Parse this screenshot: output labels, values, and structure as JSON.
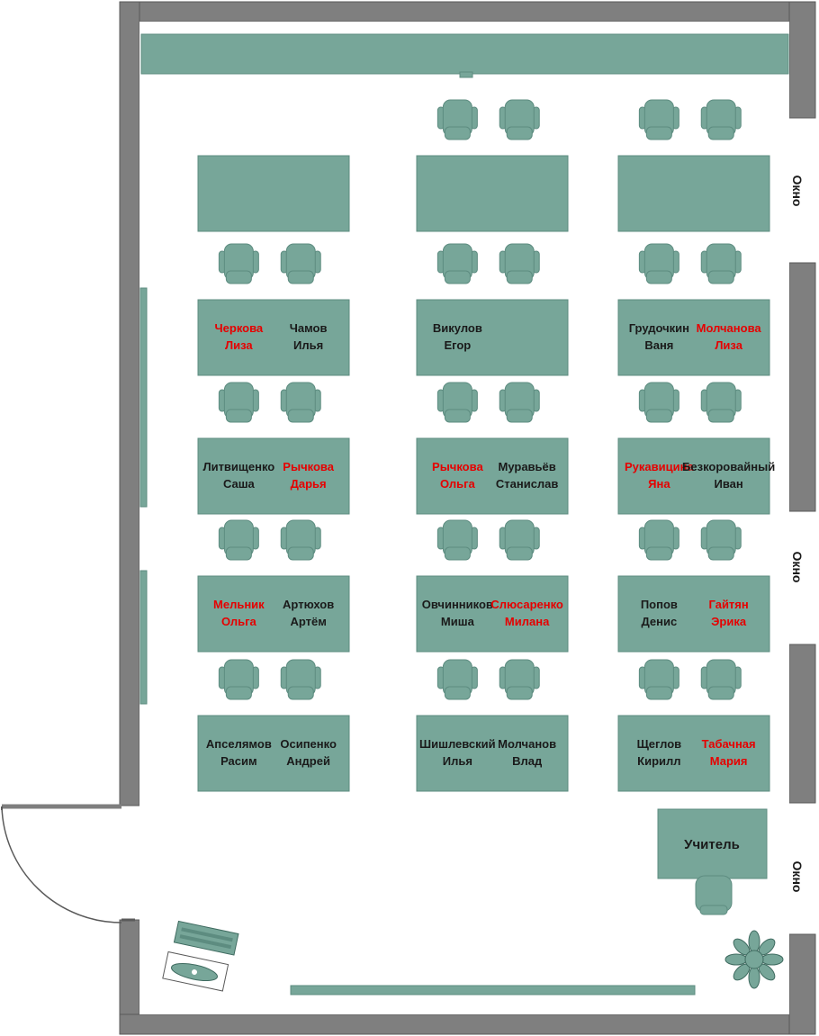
{
  "colors": {
    "wall": "#7f7f7f",
    "wall_edge": "#5a5a5a",
    "furniture": "#77a699",
    "furniture_edge": "#5d8c80",
    "text_default": "#1a1a1a",
    "text_highlight": "#e60000"
  },
  "window_label": "Окно",
  "teacher_label": "Учитель",
  "desks": [
    {
      "row": 0,
      "col": 0,
      "students": []
    },
    {
      "row": 0,
      "col": 1,
      "students": []
    },
    {
      "row": 0,
      "col": 2,
      "students": []
    },
    {
      "row": 1,
      "col": 0,
      "students": [
        {
          "first": "Черкова",
          "second": "Лиза",
          "highlight": true
        },
        {
          "first": "Чамов",
          "second": "Илья",
          "highlight": false
        }
      ]
    },
    {
      "row": 1,
      "col": 1,
      "students": [
        {
          "first": "Викулов",
          "second": "Егор",
          "highlight": false
        }
      ]
    },
    {
      "row": 1,
      "col": 2,
      "students": [
        {
          "first": "Грудочкин",
          "second": "Ваня",
          "highlight": false
        },
        {
          "first": "Молчанова",
          "second": "Лиза",
          "highlight": true
        }
      ]
    },
    {
      "row": 2,
      "col": 0,
      "students": [
        {
          "first": "Литвищенко",
          "second": "Саша",
          "highlight": false
        },
        {
          "first": "Рычкова",
          "second": "Дарья",
          "highlight": true
        }
      ]
    },
    {
      "row": 2,
      "col": 1,
      "students": [
        {
          "first": "Рычкова",
          "second": "Ольга",
          "highlight": true
        },
        {
          "first": "Муравьёв",
          "second": "Станислав",
          "highlight": false
        }
      ]
    },
    {
      "row": 2,
      "col": 2,
      "students": [
        {
          "first": "Рукавицина",
          "second": "Яна",
          "highlight": true
        },
        {
          "first": "Безкоровайный",
          "second": "Иван",
          "highlight": false
        }
      ]
    },
    {
      "row": 3,
      "col": 0,
      "students": [
        {
          "first": "Мельник",
          "second": "Ольга",
          "highlight": true
        },
        {
          "first": "Артюхов",
          "second": "Артём",
          "highlight": false
        }
      ]
    },
    {
      "row": 3,
      "col": 1,
      "students": [
        {
          "first": "Овчинников",
          "second": "Миша",
          "highlight": false
        },
        {
          "first": "Слюсаренко",
          "second": "Милана",
          "highlight": true
        }
      ]
    },
    {
      "row": 3,
      "col": 2,
      "students": [
        {
          "first": "Попов",
          "second": "Денис",
          "highlight": false
        },
        {
          "first": "Гайтян",
          "second": "Эрика",
          "highlight": true
        }
      ]
    },
    {
      "row": 4,
      "col": 0,
      "students": [
        {
          "first": "Апселямов",
          "second": "Расим",
          "highlight": false
        },
        {
          "first": "Осипенко",
          "second": "Андрей",
          "highlight": false
        }
      ]
    },
    {
      "row": 4,
      "col": 1,
      "students": [
        {
          "first": "Шишлевский",
          "second": "Илья",
          "highlight": false
        },
        {
          "first": "Молчанов",
          "second": "Влад",
          "highlight": false
        }
      ]
    },
    {
      "row": 4,
      "col": 2,
      "students": [
        {
          "first": "Щеглов",
          "second": "Кирилл",
          "highlight": false
        },
        {
          "first": "Табачная",
          "second": "Мария",
          "highlight": true
        }
      ]
    }
  ]
}
